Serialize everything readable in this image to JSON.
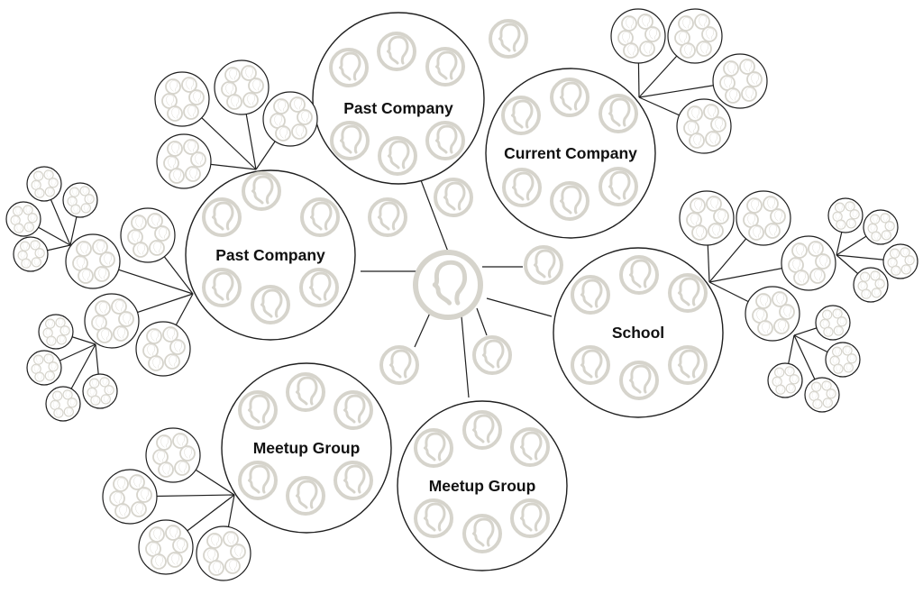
{
  "groups": [
    {
      "label": "Past Company"
    },
    {
      "label": "Current Company"
    },
    {
      "label": "Past Company"
    },
    {
      "label": "School"
    },
    {
      "label": "Meetup Group"
    },
    {
      "label": "Meetup Group"
    }
  ],
  "icon": "person-head-icon",
  "colors": {
    "stroke": "#1f1f1f",
    "avatar": "#d6d4cc",
    "label": "#111111",
    "background": "#ffffff"
  }
}
